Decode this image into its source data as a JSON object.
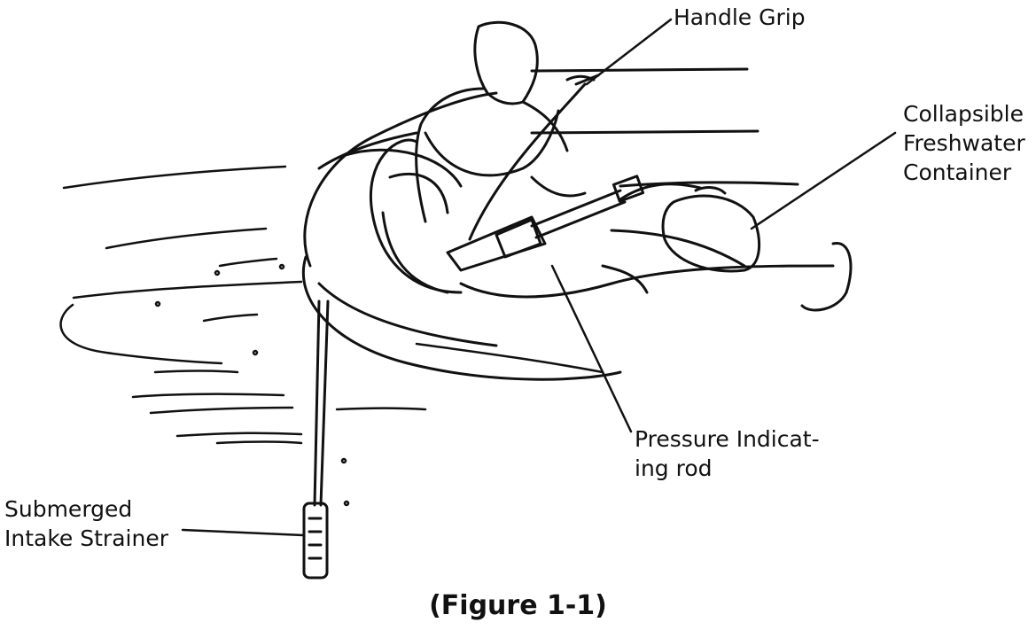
{
  "figure": {
    "caption": "(Figure 1-1)",
    "labels": {
      "handle_grip": {
        "line1": "Handle Grip"
      },
      "freshwater_container": {
        "line1": "Collapsible",
        "line2": "Freshwater",
        "line3": "Container"
      },
      "pressure_rod": {
        "line1": "Pressure Indicat-",
        "line2": "ing rod"
      },
      "intake_strainer": {
        "line1": "Submerged",
        "line2": "Intake Strainer"
      }
    }
  },
  "colors": {
    "ink": "#111111",
    "paper": "#ffffff"
  }
}
